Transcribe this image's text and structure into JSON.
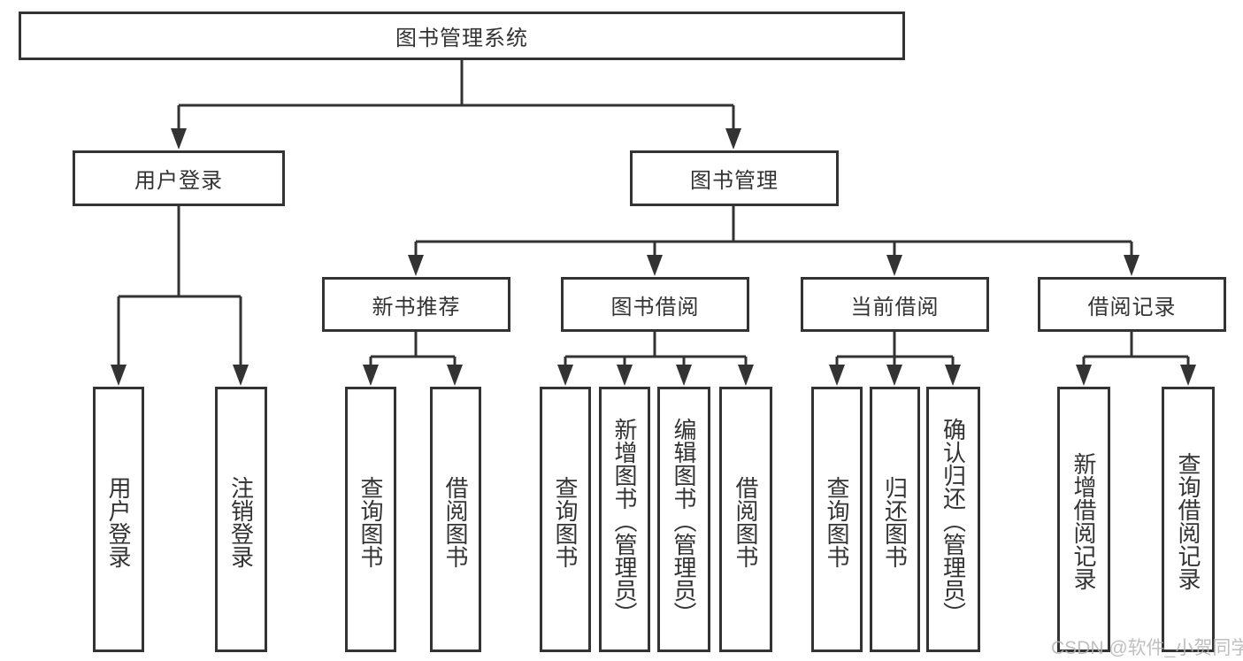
{
  "diagram": {
    "root": {
      "label": "图书管理系统"
    },
    "branches": [
      {
        "label": "用户登录",
        "children": [
          {
            "label": "用户登录"
          },
          {
            "label": "注销登录"
          }
        ]
      },
      {
        "label": "图书管理",
        "children": [
          {
            "label": "新书推荐",
            "children": [
              {
                "label": "查询图书"
              },
              {
                "label": "借阅图书"
              }
            ]
          },
          {
            "label": "图书借阅",
            "children": [
              {
                "label": "查询图书"
              },
              {
                "label": "新增图书（管理员）"
              },
              {
                "label": "编辑图书（管理员）"
              },
              {
                "label": "借阅图书"
              }
            ]
          },
          {
            "label": "当前借阅",
            "children": [
              {
                "label": "查询图书"
              },
              {
                "label": "归还图书"
              },
              {
                "label": "确认归还（管理员）"
              }
            ]
          },
          {
            "label": "借阅记录",
            "children": [
              {
                "label": "新增借阅记录"
              },
              {
                "label": "查询借阅记录"
              }
            ]
          }
        ]
      }
    ]
  },
  "watermark": {
    "text": "CSDN @软件_小贺同学"
  },
  "colors": {
    "line": "#333333",
    "box_border": "#333333",
    "box_fill": "#ffffff",
    "text": "#333333",
    "background": "#ffffff",
    "watermark": "#b5b5b5"
  }
}
